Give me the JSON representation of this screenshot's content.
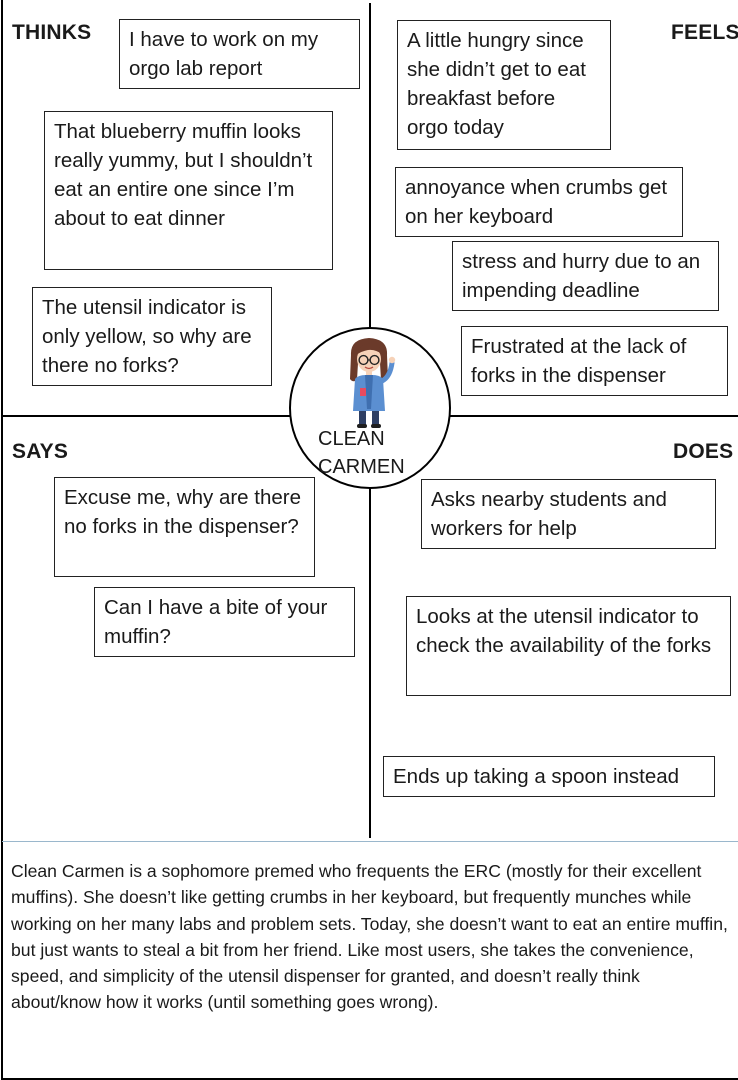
{
  "quadrants": {
    "thinks": {
      "label": "THINKS",
      "notes": [
        "I have to work on my orgo lab report",
        "That blueberry muffin looks really yummy, but I shouldn’t eat an entire one since I’m about to eat dinner",
        "The utensil indicator is only yellow, so why are there no forks?"
      ]
    },
    "feels": {
      "label": "FEELS",
      "notes": [
        "A little hungry since she didn’t get to eat breakfast before orgo today",
        "annoyance when crumbs get on her keyboard",
        "stress and hurry due to an impending deadline",
        "Frustrated at the lack of forks in the dispenser"
      ]
    },
    "says": {
      "label": "SAYS",
      "notes": [
        "Excuse me, why are there no forks in the dispenser?",
        "Can I have a bite of your muffin?"
      ]
    },
    "does": {
      "label": "DOES",
      "notes": [
        "Asks nearby students and workers for help",
        "Looks at the utensil indicator to check the availability of the forks",
        "Ends up taking a spoon instead"
      ]
    }
  },
  "persona": {
    "name": "CLEAN CARMEN",
    "icon": "cartoon-woman-icon"
  },
  "description": "Clean Carmen is a sophomore premed who frequents the ERC (mostly for their excellent muffins). She doesn’t like getting crumbs in her keyboard, but frequently munches while working on her many labs and problem sets. Today, she doesn’t want to eat an entire muffin, but just wants to steal a bit from her friend. Like most users, she takes the convenience, speed, and simplicity of the utensil dispenser for granted, and doesn’t really think about/know how it works (until something goes wrong).",
  "colors": {
    "divider_lines": "#000000",
    "separator_line": "#9ab7cc",
    "note_border": "#222222",
    "text": "#1a1a1a"
  }
}
